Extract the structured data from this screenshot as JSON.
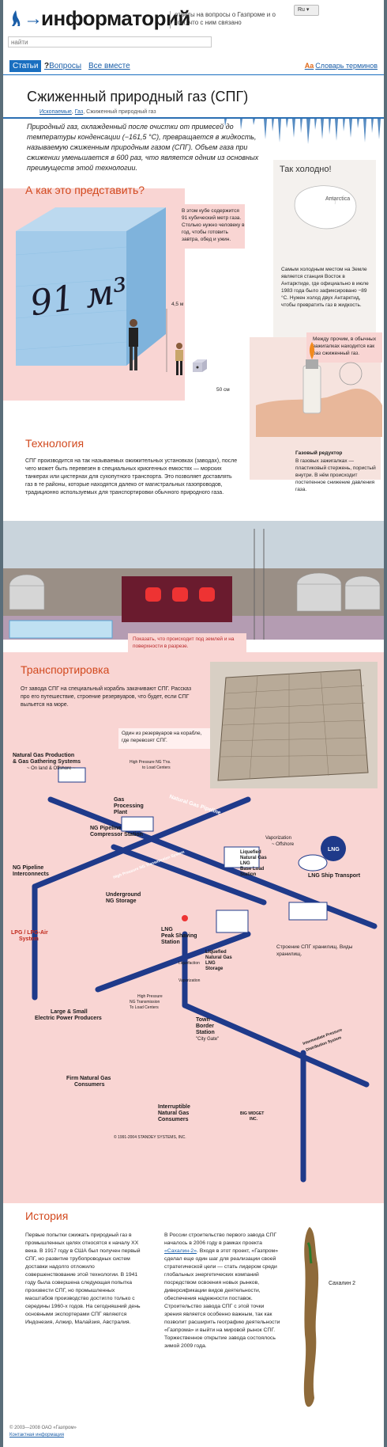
{
  "header": {
    "logo": "информаторий",
    "tagline": "ответы на вопросы о Газпроме и о том, что с ним связано",
    "lang": "Ru",
    "search_placeholder": "найти"
  },
  "nav": {
    "tabs": [
      "Статьи",
      "Вопросы",
      "Все вместе"
    ],
    "glossary_prefix": "Aa",
    "glossary": "Словарь терминов"
  },
  "article": {
    "title": "Сжиженный природный газ (СПГ)",
    "breadcrumbs": [
      "Ископаемые",
      "Газ",
      "Сжиженный природный газ"
    ],
    "intro": "Природный газ, охлажденный после очистки от примесей до температуры конденсации (−161,5 °C), превращается в жидкость, называемую сжиженным природным газом (СПГ). Объем газа при сжижении уменьшается в 600 раз, что является одним из основных преимуществ этой технологии."
  },
  "imagine": {
    "heading": "А как это представить?",
    "cube_label": "91 м³",
    "height_label": "4,5 м",
    "small_label": "50 см",
    "cube_note": "В этом кубе содержится 91 кубический метр газа. Столько нужно человеку в год, чтобы готовить завтра, обед и ужин."
  },
  "cold": {
    "heading": "Так холодно!",
    "map_label": "Antarctica",
    "note": "Самым холодным местом на Земле является станция Восток в Антарктиде, где официально в июле 1983 года было зафиксировано −89 °C. Нужен холод двух Антарктид, чтобы превратить газ в жидкость."
  },
  "lighter": {
    "note": "Между прочим, в обычных зажигалках находится как раз сжиженный газ.",
    "reducer_title": "Газовый редуктор",
    "reducer_text": "В газовых зажигалках — пластиковый стержень, пористый внутри. В нём происходит постепенное снижение давления газа."
  },
  "technology": {
    "heading": "Технология",
    "text": "СПГ производится на так называемых ожижительных установках (заводах), после чего может быть перевезен в специальных криогенных емкостях — морских танкерах или цистернах для сухопутного транспорта. Это позволяет доставлять газ в те районы, которые находятся далеко от магистральных газопроводов, традиционно используемых для транспортировки обычного природного газа.",
    "underground_note": "Показать, что происходит под землей и на поверхности в разрезе."
  },
  "transport": {
    "heading": "Транспортировка",
    "text": "От завода СПГ на специальный корабль закачивают СПГ. Рассказ про его путешествие, строение резервуаров, что будет, если СПГ выльется на море.",
    "tank_note": "Один из резервуаров на корабле, где перевозят СПГ.",
    "storage_note": "Строение СПГ хранилищ. Виды хранилищ."
  },
  "diagram": {
    "labels": [
      "Natural Gas Production & Gas Gathering Systems",
      "~ On land & Offshore ~",
      "High Pressure NG T'ns. to Load Centers",
      "Gas Processing Plant",
      "Natural Gas Pipeline",
      "NG Pipeline Compressor Station",
      "NG Pipeline Interconnects",
      "High Pressure NG Transmission System",
      "Underground NG Storage",
      "Vaporization ~ Offshore",
      "Liquefied Natural Gas LNG Base Load Station",
      "LNG",
      "LNG Ship Transport",
      "LPG / LPG-Air System",
      "LNG Peak Shaving Station",
      "Liquefied Natural Gas LNG Storage",
      "Liquefaction",
      "Vaporization",
      "Large & Small Electric Power Producers",
      "High Pressure NG Transmission To Load Centers",
      "Town Border Station",
      "\"City Gate\"",
      "Intermediate Pressure Distribution System",
      "Firm Natural Gas Consumers",
      "Interruptible Natural Gas Consumers",
      "BIG WIDGET INC.",
      "© 1991-2004 STANDEY SYSTEMS, INC."
    ]
  },
  "history": {
    "heading": "История",
    "col1": "Первые попытки сжижать природный газ в промышленных целях относятся к началу XX века. В 1917 году в США был получен первый СПГ, но развитие трубопроводных систем доставки надолго отложило совершенствование этой технологии. В 1941 году была совершена следующая попытка произвести СПГ, но промышленных масштабов производство достигло только с середины 1960-х годов. На сегодняшний день основными экспортерами СПГ являются Индонезия, Алжир, Малайзия, Австралия.",
    "col2_pre": "В России строительство первого завода СПГ началось в 2006 году в рамках проекта ",
    "col2_link": "«Сахалин-2»",
    "col2_post": ". Входя в этот проект, «Газпром» сделал еще один шаг для реализации своей стратегической цели — стать лидером среди глобальных энергетических компаний посредством освоения новых рынков, диверсификации видов деятельности, обеспечения надежности поставок. Строительство завода СПГ с этой точки зрения является особенно важным, так как позволит расширить географию деятельности «Газпрома» и выйти на мировой рынок СПГ. Торжественное открытие завода состоялось зимой 2009 года.",
    "map_label": "Сахалин 2"
  },
  "footer": {
    "copyright": "© 2003—2008 ОАО «Газпром»",
    "link": "Контактная информация"
  },
  "colors": {
    "accent": "#1a6fc0",
    "heading": "#d2491e",
    "pink": "#f9d5d3",
    "diagram_blue": "#1f3a8a"
  }
}
